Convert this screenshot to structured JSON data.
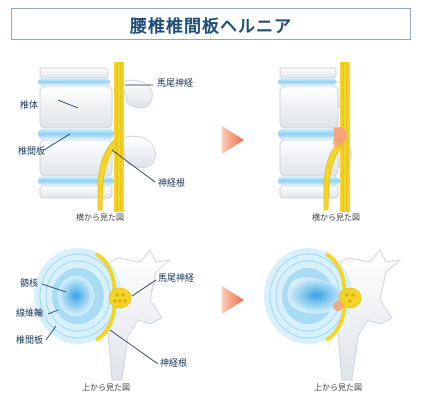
{
  "title": "腰椎椎間板ヘルニア",
  "top_left": {
    "labels": {
      "vertebral_body": "椎体",
      "cauda_equina": "馬尾神経",
      "disc": "椎間板",
      "nerve_root": "神経根"
    },
    "caption": "横から見た図"
  },
  "top_right": {
    "caption": "横から見た図"
  },
  "bottom_left": {
    "labels": {
      "nucleus": "髄核",
      "annulus": "線維輪",
      "disc": "椎間板",
      "cauda_equina": "馬尾神経",
      "nerve_root": "神経根"
    },
    "caption": "上から見た図"
  },
  "bottom_right": {
    "caption": "上から見た図"
  },
  "colors": {
    "title": "#1e4d79",
    "frame": "#8aa9c4",
    "bone": "#e9edf2",
    "disc": "#bfe3f5",
    "nerve": "#f3d52a",
    "arrow": "#f27f5b",
    "leader": "#1b3a59"
  }
}
